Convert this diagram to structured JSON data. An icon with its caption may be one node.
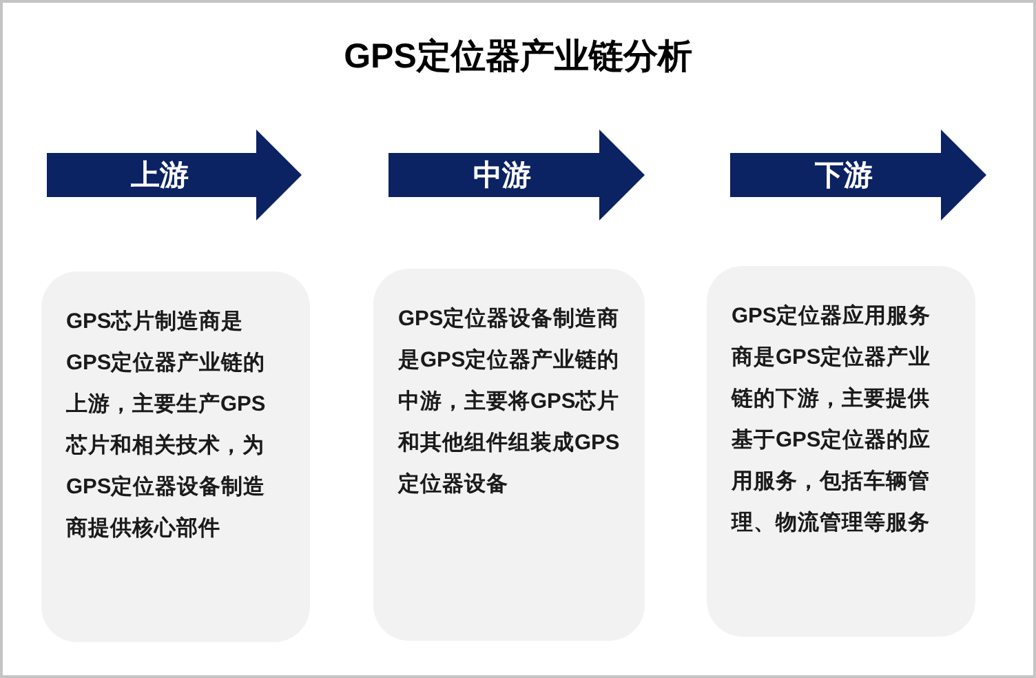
{
  "diagram": {
    "title": "GPS定位器产业链分析",
    "nodes": [
      {
        "text": [
          "上游"
        ]
      },
      {
        "text": [
          "中游"
        ]
      },
      {
        "text": [
          "下游"
        ]
      },
      {
        "text": [
          "GPS芯片制造商是GPS定位器产业链的上游，主要生产GPS芯片和相关技术，为GPS定位器设备制造商提供核心部件"
        ]
      },
      {
        "text": [
          "GPS定位器设备制造商是GPS定位器产业链的中游，主要将GPS芯片和其他组件组装成GPS定位器设备"
        ]
      },
      {
        "text": [
          "GPS定位器应用服务商是GPS定位器产业链的下游，主要提供基于GPS定位器的应用服务，包括车辆管理、物流管理等服务"
        ]
      }
    ]
  }
}
